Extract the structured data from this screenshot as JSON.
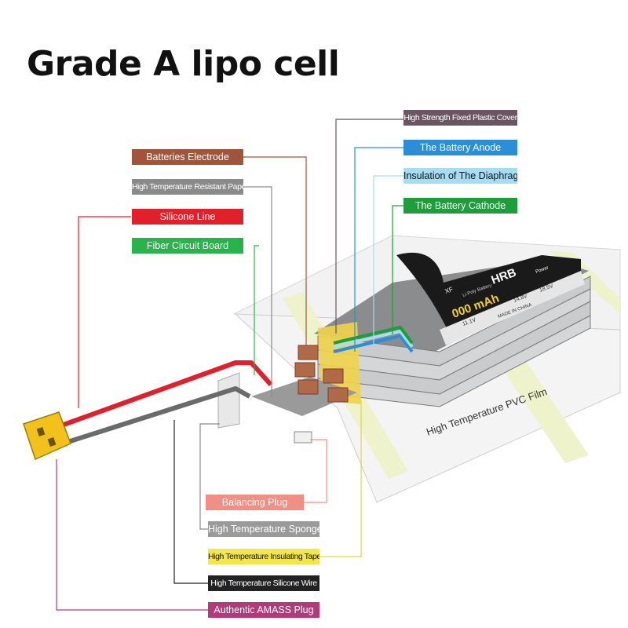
{
  "title": "Grade A lipo cell",
  "labels": {
    "plastic_cover": {
      "text": "High Strength Fixed Plastic Cover",
      "color": "#6b5560"
    },
    "electrode": {
      "text": "Batteries Electrode",
      "color": "#a0543a"
    },
    "anode": {
      "text": "The Battery Anode",
      "color": "#2a8fd6"
    },
    "resistant_paper": {
      "text": "High Temperature Resistant Paper",
      "color": "#8a8a8a"
    },
    "diaphragm": {
      "text": "Insulation of The Diaphragm",
      "color": "#a7dcf2"
    },
    "silicone_line": {
      "text": "Silicone Line",
      "color": "#e0202a"
    },
    "cathode": {
      "text": "The Battery Cathode",
      "color": "#1e9e3a"
    },
    "fiber_board": {
      "text": "Fiber Circuit Board",
      "color": "#28b44a"
    },
    "balancing_plug": {
      "text": "Balancing Plug",
      "color": "#ef8f86"
    },
    "sponge": {
      "text": "High Temperature Sponge",
      "color": "#9a9a9a"
    },
    "insulating_tape": {
      "text": "High Temperature Insulating Tape",
      "color": "#f3e64a"
    },
    "silicone_wire": {
      "text": "High Temperature Silicone Wire",
      "color": "#222222"
    },
    "amass_plug": {
      "text": "Authentic AMASS Plug",
      "color": "#b23a7a"
    },
    "pvc_film": {
      "text": "High Temperature PVC Film"
    }
  },
  "battery_label": {
    "brand": "HRB",
    "capacity": "000 mAh",
    "type": "Li-Poly Battery",
    "voltage_1": "11.1V",
    "voltage_2": "14.8V",
    "voltage_3": "18.5V",
    "made_in": "MADE IN CHINA",
    "discharge": "XF",
    "power": "Power"
  }
}
